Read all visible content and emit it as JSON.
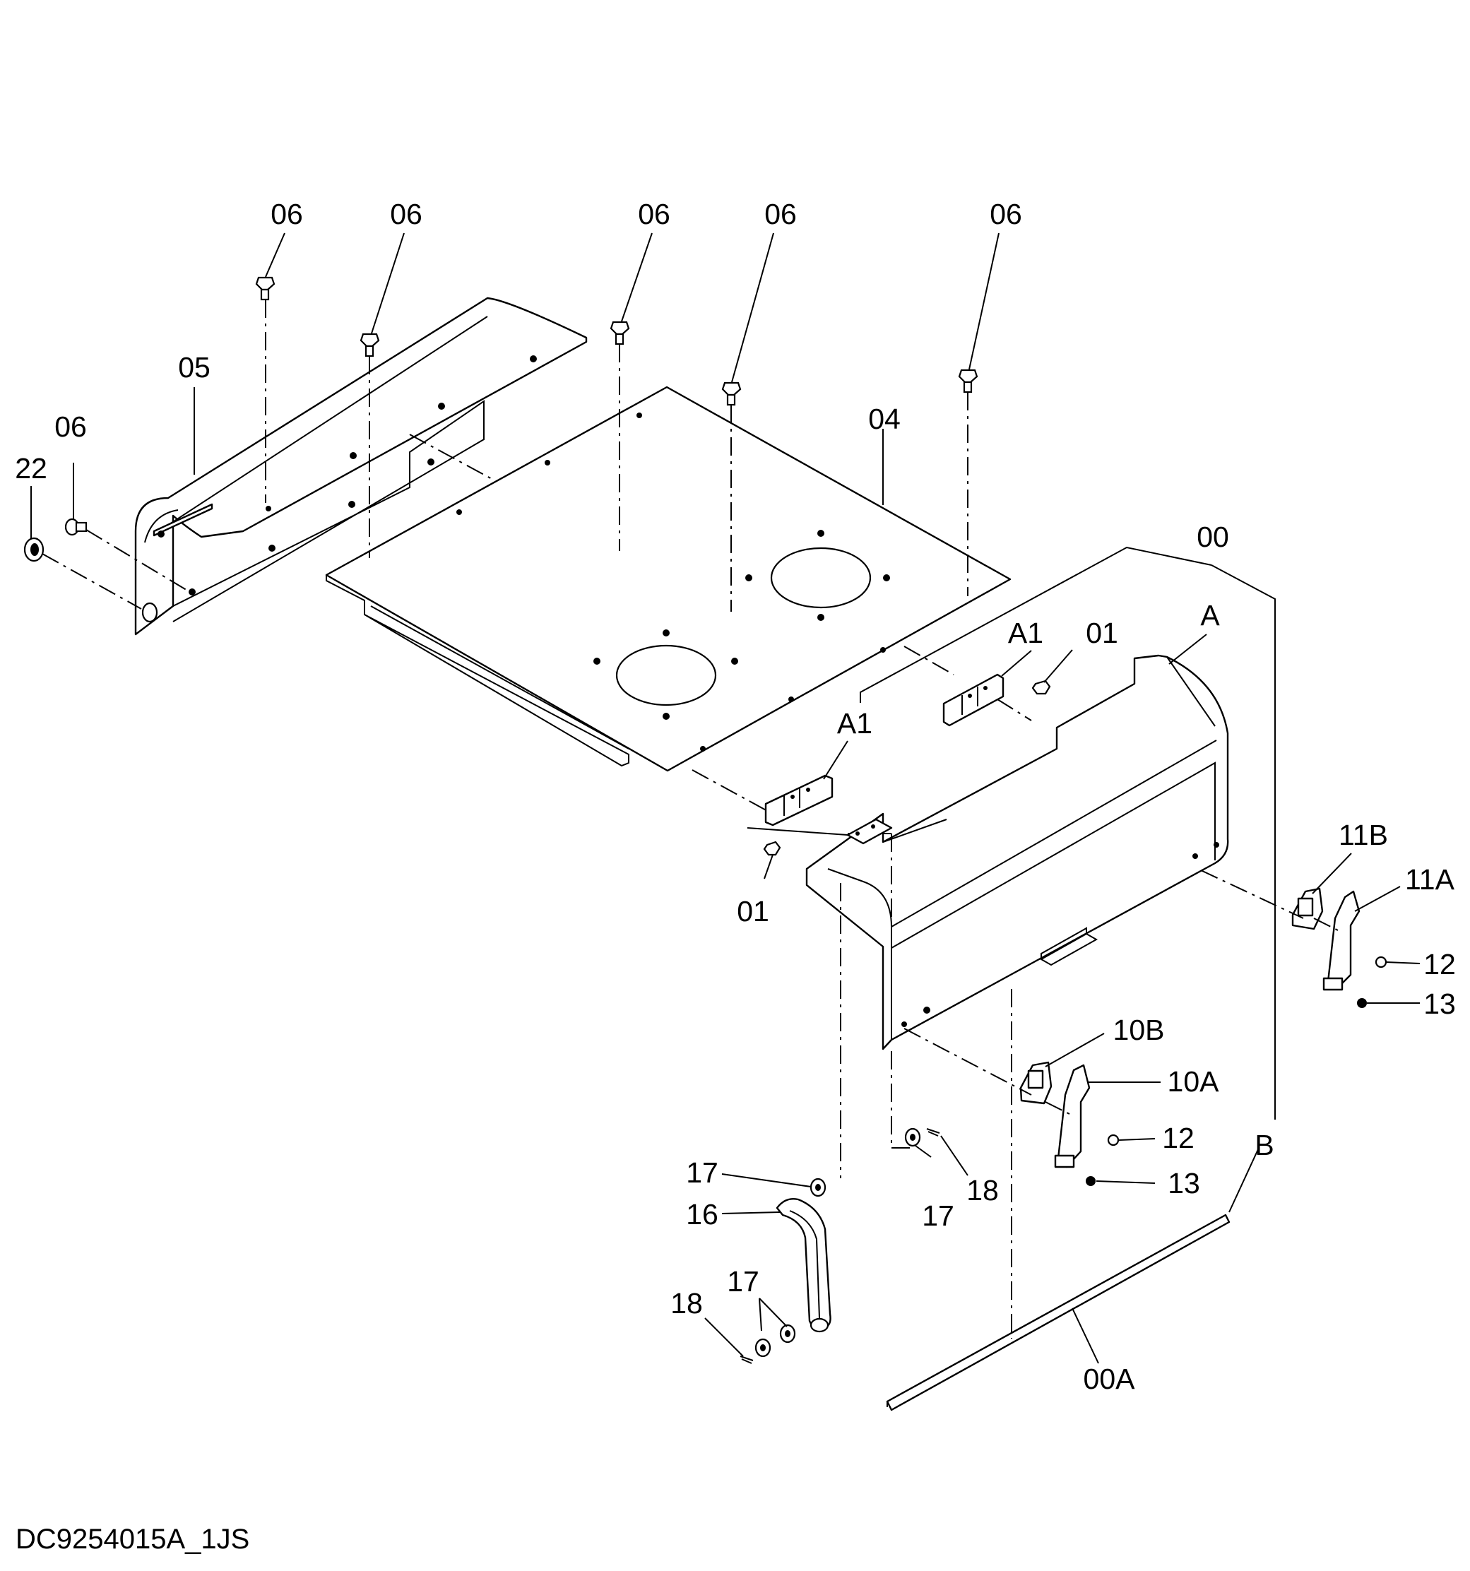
{
  "drawing": {
    "code": "DC9254015A_1JS",
    "callouts": {
      "c06_a": "06",
      "c06_b": "06",
      "c06_c": "06",
      "c06_d": "06",
      "c06_e": "06",
      "c06_f": "06",
      "c05": "05",
      "c22": "22",
      "c04": "04",
      "c00": "00",
      "cA": "A",
      "cA1_a": "A1",
      "cA1_b": "A1",
      "c01_a": "01",
      "c01_b": "01",
      "c11B": "11B",
      "c11A": "11A",
      "c12_a": "12",
      "c13_a": "13",
      "c10B": "10B",
      "c10A": "10A",
      "c12_b": "12",
      "c13_b": "13",
      "cB": "B",
      "c17_a": "17",
      "c16": "16",
      "c17_b": "17",
      "c18_a": "18",
      "c17_c": "17",
      "c18_b": "18",
      "c00A": "00A"
    }
  }
}
